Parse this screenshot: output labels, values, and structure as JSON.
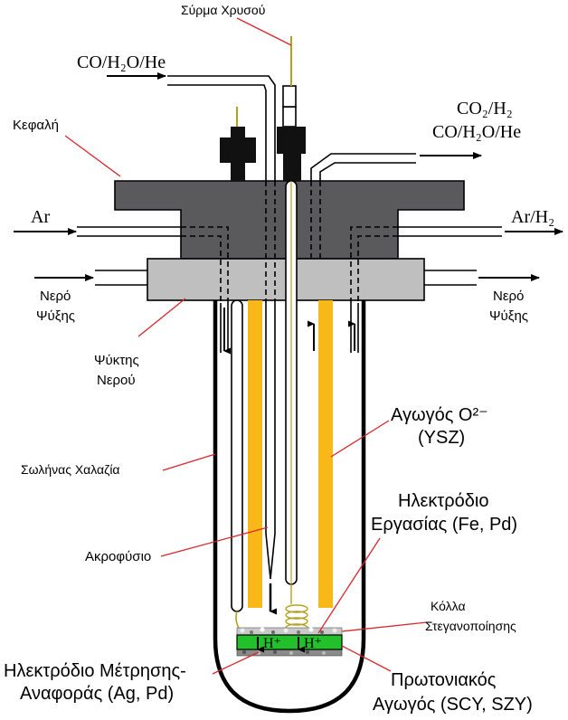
{
  "labels": {
    "gold_wire": "Σύρμα Χρυσού",
    "inlet_gas": "CO/H₂O/He",
    "outlet_gas_1": "CO₂/H₂",
    "outlet_gas_2": "CO/H₂O/He",
    "head": "Κεφαλή",
    "ar_in": "Ar",
    "ar_h2_out": "Ar/H₂",
    "cooling_water_left_1": "Νερό",
    "cooling_water_left_2": "Ψύξης",
    "cooling_water_right_1": "Νερό",
    "cooling_water_right_2": "Ψύξης",
    "water_cooler_1": "Ψύκτης",
    "water_cooler_2": "Νερού",
    "oxygen_conductor_1": "Αγωγός O²⁻",
    "oxygen_conductor_2": "(YSZ)",
    "quartz_tube": "Σωλήνας Χαλαζία",
    "working_electrode_1": "Ηλεκτρόδιο",
    "working_electrode_2": "Εργασίας (Fe, Pd)",
    "nozzle": "Ακροφύσιο",
    "sealing_glue_1": "Κόλλα",
    "sealing_glue_2": "Στεγανοποίησης",
    "proton_left": "H⁺",
    "proton_right": "H⁺",
    "reference_electrode_1": "Ηλεκτρόδιο Μέτρησης-",
    "reference_electrode_2": "Αναφοράς (Ag, Pd)",
    "proton_conductor_1": "Πρωτονιακός",
    "proton_conductor_2": "Αγωγός (SCY, SZY)"
  },
  "colors": {
    "head": "#5a5a5c",
    "cooler": "#bfbfbf",
    "conductor": "#f8b817",
    "pellet": "#22c02a",
    "leader": "#d9262b"
  }
}
